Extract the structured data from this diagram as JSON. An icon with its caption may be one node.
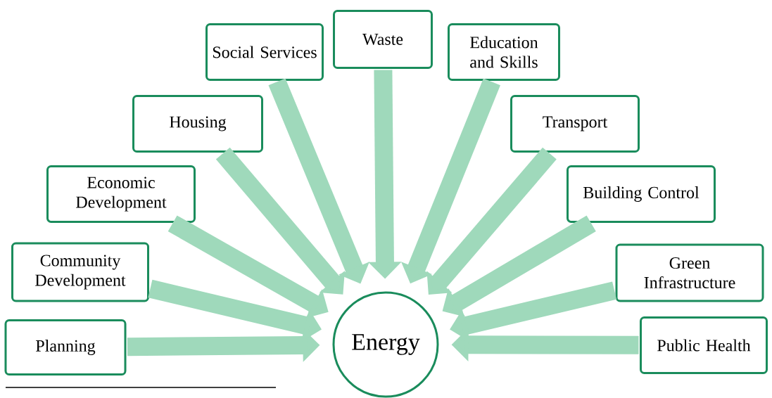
{
  "diagram": {
    "nodes": [
      {
        "text": [
          "Planning"
        ]
      },
      {
        "text": [
          "Community Development"
        ]
      },
      {
        "text": [
          "Economic Development"
        ]
      },
      {
        "text": [
          "Housing"
        ]
      },
      {
        "text": [
          "Social Services"
        ]
      },
      {
        "text": [
          "Waste"
        ]
      },
      {
        "text": [
          "Education and Skills"
        ]
      },
      {
        "text": [
          "Transport"
        ]
      },
      {
        "text": [
          "Building Control"
        ]
      },
      {
        "text": [
          "Green Infrastructure"
        ]
      },
      {
        "text": [
          "Public Health"
        ]
      },
      {
        "text": [
          "Energy"
        ]
      }
    ],
    "edges": [
      {
        "from": 0,
        "to": 11,
        "arrow": "to"
      },
      {
        "from": 1,
        "to": 11,
        "arrow": "to"
      },
      {
        "from": 2,
        "to": 11,
        "arrow": "to"
      },
      {
        "from": 3,
        "to": 11,
        "arrow": "to"
      },
      {
        "from": 4,
        "to": 11,
        "arrow": "to"
      },
      {
        "from": 5,
        "to": 11,
        "arrow": "to"
      },
      {
        "from": 6,
        "to": 11,
        "arrow": "to"
      },
      {
        "from": 7,
        "to": 11,
        "arrow": "to"
      },
      {
        "from": 8,
        "to": 11,
        "arrow": "to"
      },
      {
        "from": 9,
        "to": 11,
        "arrow": "to"
      },
      {
        "from": 10,
        "to": 11,
        "arrow": "to"
      }
    ]
  }
}
